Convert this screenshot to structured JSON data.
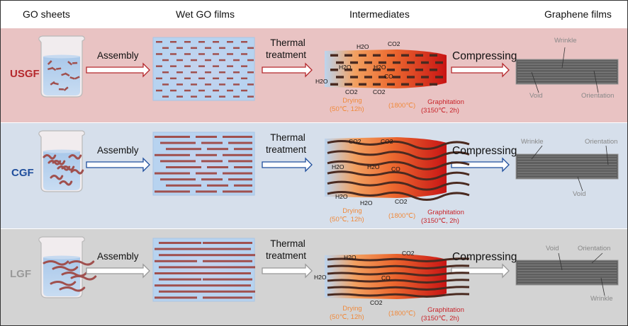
{
  "headers": [
    "GO sheets",
    "Wet GO films",
    "Intermediates",
    "Graphene films"
  ],
  "colors": {
    "usgf": "#b5282c",
    "cgf": "#1f4e9c",
    "lgf": "#999999",
    "go": "#a0504e",
    "carbon": "#4a2a20"
  },
  "rows": [
    {
      "name": "USGF",
      "assembly": "Assembly",
      "thermal": [
        "Thermal",
        "treatment"
      ],
      "compress": "Compressing",
      "gases": [
        "H2O",
        "CO2",
        "H2O",
        "H2O",
        "CO",
        "H2O",
        "CO2",
        "CO2"
      ],
      "drying": [
        "Drying",
        "(50℃, 12h)"
      ],
      "mid": "(1800℃)",
      "graph": [
        "Graphitation",
        "(3150℃, 2h)"
      ],
      "defects": [
        "Wrinkle",
        "Void",
        "Orientation"
      ]
    },
    {
      "name": "CGF",
      "assembly": "Assembly",
      "thermal": [
        "Thermal",
        "treatment"
      ],
      "compress": "Compressing",
      "gases": [
        "CO2",
        "CO2",
        "H2O",
        "H2O",
        "CO",
        "H2O",
        "H2O",
        "CO2"
      ],
      "drying": [
        "Drying",
        "(50℃, 12h)"
      ],
      "mid": "(1800℃)",
      "graph": [
        "Graphitation",
        "(3150℃, 2h)"
      ],
      "defects": [
        "Wrinkle",
        "Orientation",
        "Void"
      ]
    },
    {
      "name": "LGF",
      "assembly": "Assembly",
      "thermal": [
        "Thermal",
        "treatment"
      ],
      "compress": "Compressing",
      "gases": [
        "H2O",
        "CO2",
        "H2O",
        "CO",
        "CO2"
      ],
      "drying": [
        "Drying",
        "(50℃, 12h)"
      ],
      "mid": "(1800℃)",
      "graph": [
        "Graphitation",
        "(3150℃, 2h)"
      ],
      "defects": [
        "Void",
        "Orientation",
        "Wrinkle"
      ]
    }
  ]
}
